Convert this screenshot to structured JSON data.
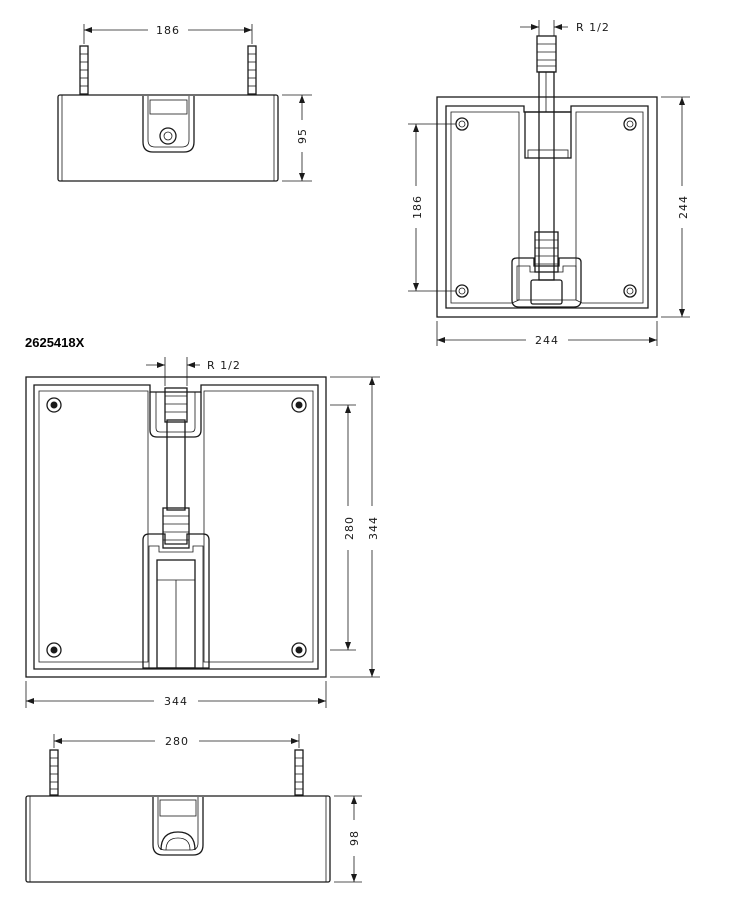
{
  "model_code": "2625418X",
  "small_unit": {
    "side_width": "186",
    "side_height": "95",
    "top_mounting": "186",
    "top_width": "244",
    "top_height": "244",
    "thread": "R 1/2"
  },
  "large_unit": {
    "top_width": "344",
    "top_height": "344",
    "top_mounting": "280",
    "thread": "R 1/2",
    "side_width": "280",
    "side_height": "98"
  }
}
